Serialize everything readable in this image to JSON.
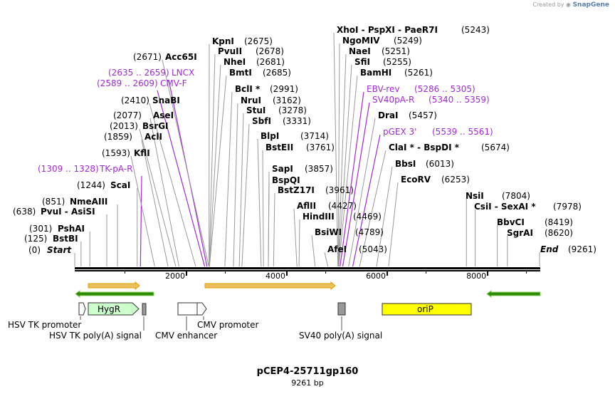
{
  "watermark": {
    "prefix": "Created by",
    "brand": "SnapGene"
  },
  "plasmid": {
    "name": "pCEP4-25711gp160",
    "length_label": "9261 bp",
    "length": 9261
  },
  "ruler": {
    "ticks": [
      2000,
      4000,
      6000,
      8000
    ]
  },
  "sites": [
    {
      "name": "Start",
      "pos": 0,
      "label": "(0)",
      "italic": true
    },
    {
      "name": "BstBI",
      "pos": 125,
      "label": "(125)"
    },
    {
      "name": "PshAI",
      "pos": 301,
      "label": "(301)"
    },
    {
      "name": "PvuI  -  AsiSI",
      "pos": 638,
      "label": "(638)"
    },
    {
      "name": "NmeAIII",
      "pos": 851,
      "label": "(851)"
    },
    {
      "name": "ScaI",
      "pos": 1244,
      "label": "(1244)"
    },
    {
      "name": "TK-pA-R",
      "pos": 1309,
      "label": "(1309 .. 1328)",
      "primer": true
    },
    {
      "name": "KflI",
      "pos": 1593,
      "label": "(1593)"
    },
    {
      "name": "AclI",
      "pos": 1859,
      "label": "(1859)"
    },
    {
      "name": "BsrGI",
      "pos": 2013,
      "label": "(2013)"
    },
    {
      "name": "AseI",
      "pos": 2077,
      "label": "(2077)"
    },
    {
      "name": "SnaBI",
      "pos": 2410,
      "label": "(2410)"
    },
    {
      "name": "CMV-F",
      "pos": 2589,
      "label": "(2589 .. 2609)",
      "primer": true
    },
    {
      "name": "LNCX",
      "pos": 2635,
      "label": "(2635 .. 2659)",
      "primer": true
    },
    {
      "name": "Acc65I",
      "pos": 2671,
      "label": "(2671)"
    },
    {
      "name": "KpnI",
      "pos": 2675,
      "label": "(2675)"
    },
    {
      "name": "PvuII",
      "pos": 2678,
      "label": "(2678)"
    },
    {
      "name": "NheI",
      "pos": 2681,
      "label": "(2681)"
    },
    {
      "name": "BmtI",
      "pos": 2685,
      "label": "(2685)"
    },
    {
      "name": "BclI *",
      "pos": 2991,
      "label": "(2991)"
    },
    {
      "name": "NruI",
      "pos": 3162,
      "label": "(3162)"
    },
    {
      "name": "StuI",
      "pos": 3278,
      "label": "(3278)"
    },
    {
      "name": "SbfI",
      "pos": 3331,
      "label": "(3331)"
    },
    {
      "name": "BlpI",
      "pos": 3714,
      "label": "(3714)"
    },
    {
      "name": "BstEII",
      "pos": 3761,
      "label": "(3761)"
    },
    {
      "name": "SapI",
      "pos": 3857,
      "label": "(3857)"
    },
    {
      "name": "BspQI",
      "pos": 3857,
      "label": ""
    },
    {
      "name": "BstZ17I",
      "pos": 3961,
      "label": "(3961)"
    },
    {
      "name": "AflII",
      "pos": 4427,
      "label": "(4427)"
    },
    {
      "name": "HindIII",
      "pos": 4469,
      "label": "(4469)"
    },
    {
      "name": "BsiWI",
      "pos": 4789,
      "label": "(4789)"
    },
    {
      "name": "AfeI",
      "pos": 5043,
      "label": "(5043)"
    },
    {
      "name": "XhoI  -  PspXI  -  PaeR7I",
      "pos": 5243,
      "label": "(5243)"
    },
    {
      "name": "NgoMIV",
      "pos": 5249,
      "label": "(5249)"
    },
    {
      "name": "NaeI",
      "pos": 5251,
      "label": "(5251)"
    },
    {
      "name": "SfiI",
      "pos": 5255,
      "label": "(5255)"
    },
    {
      "name": "BamHI",
      "pos": 5261,
      "label": "(5261)"
    },
    {
      "name": "EBV-rev",
      "pos": 5286,
      "label": "(5286 .. 5305)",
      "primer": true
    },
    {
      "name": "SV40pA-R",
      "pos": 5340,
      "label": "(5340 .. 5359)",
      "primer": true
    },
    {
      "name": "DraI",
      "pos": 5457,
      "label": "(5457)"
    },
    {
      "name": "pGEX 3'",
      "pos": 5539,
      "label": "(5539 .. 5561)",
      "primer": true
    },
    {
      "name": "ClaI *  -  BspDI *",
      "pos": 5674,
      "label": "(5674)"
    },
    {
      "name": "BbsI",
      "pos": 6013,
      "label": "(6013)"
    },
    {
      "name": "EcoRV",
      "pos": 6253,
      "label": "(6253)"
    },
    {
      "name": "NsiI",
      "pos": 7804,
      "label": "(7804)"
    },
    {
      "name": "CsiI  -  SexAI *",
      "pos": 7978,
      "label": "(7978)"
    },
    {
      "name": "BbvCI",
      "pos": 8419,
      "label": "(8419)"
    },
    {
      "name": "SgrAI",
      "pos": 8620,
      "label": "(8620)"
    },
    {
      "name": "End",
      "pos": 9261,
      "label": "(9261)",
      "italic": true
    }
  ],
  "features": [
    {
      "name": "HSV TK promoter",
      "label": "HSV TK promoter"
    },
    {
      "name": "HygR",
      "label": "HygR"
    },
    {
      "name": "HSV TK poly(A) signal",
      "label": "HSV TK poly(A) signal"
    },
    {
      "name": "CMV enhancer",
      "label": "CMV enhancer"
    },
    {
      "name": "CMV promoter",
      "label": "CMV promoter"
    },
    {
      "name": "SV40 poly(A) signal",
      "label": "SV40 poly(A) signal"
    },
    {
      "name": "oriP",
      "label": "oriP"
    }
  ],
  "colors": {
    "primer": "#a02ad6",
    "orf_outline": "#e8a000",
    "orf_fill": "#e8c060",
    "green_arrow": "#2e8b00",
    "hygr": "#ccffcc",
    "oriP": "#ffff00",
    "polyA": "#999999",
    "backbone": "#000000"
  }
}
